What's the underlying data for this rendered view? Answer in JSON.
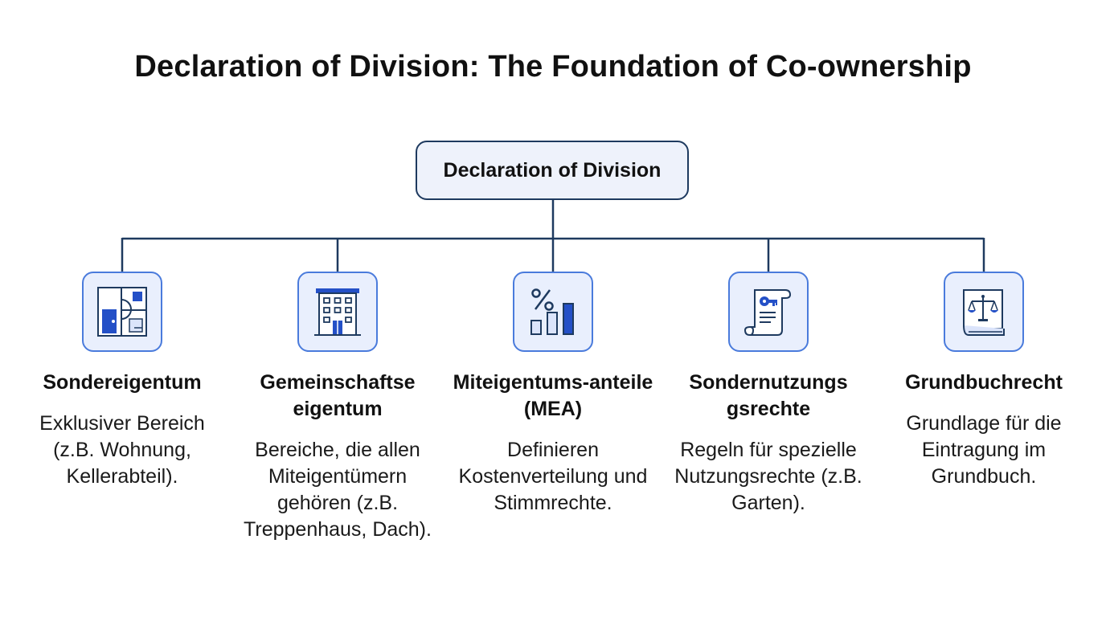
{
  "title": "Declaration of Division: The Foundation of Co-ownership",
  "root": {
    "label": "Declaration of Division"
  },
  "colors": {
    "connector": "#1e3a5f",
    "icon_border": "#4a7bdc",
    "icon_fill": "#e9effd",
    "icon_accent": "#2450c7"
  },
  "nodes": [
    {
      "icon": "floor-plan-icon",
      "title": "Sondereigentum",
      "description": "Exklusiver Bereich (z.B. Wohnung, Kellerabteil)."
    },
    {
      "icon": "building-icon",
      "title": "Gemeinschaftse eigentum",
      "description": "Bereiche, die allen Miteigentümern gehören (z.B. Treppenhaus, Dach)."
    },
    {
      "icon": "percent-chart-icon",
      "title": "Miteigentums-anteile (MEA)",
      "description": "Definieren Kostenverteilung und Stimmrechte."
    },
    {
      "icon": "key-document-icon",
      "title": "Sondernutzungs gsrechte",
      "description": "Regeln für spezielle Nutzungsrechte (z.B. Garten)."
    },
    {
      "icon": "law-book-icon",
      "title": "Grundbuchrecht",
      "description": "Grundlage für die Eintragung im Grundbuch."
    }
  ]
}
